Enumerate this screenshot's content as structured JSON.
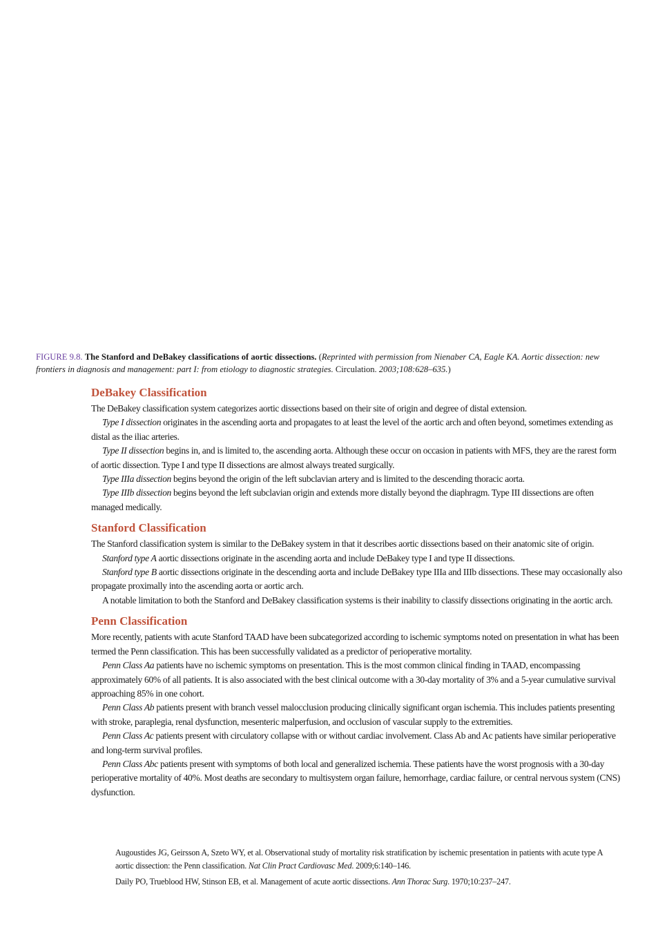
{
  "caption": {
    "label": "FIGURE 9.8.",
    "title": "The Stanford and DeBakey classifications of aortic dissections.",
    "open": "(",
    "source_prefix": "Reprinted with permission from Nienaber CA, Eagle KA. Aortic dissection: new frontiers in diagnosis and management: part I: from etiology to diagnostic strategies.",
    "journal": "Circulation.",
    "citation": "2003;108:628–635.",
    "close": ")"
  },
  "debakey": {
    "heading": "DeBakey Classification",
    "intro": "The DeBakey classification system categorizes aortic dissections based on their site of origin and degree of distal extension.",
    "type1_term": "Type I dissection",
    "type1_text": " originates in the ascending aorta and propagates to at least the level of the aortic arch and often beyond, sometimes extending as distal as the iliac arteries.",
    "type2_term": "Type II dissection",
    "type2_text": " begins in, and is limited to, the ascending aorta. Although these occur on occasion in patients with MFS, they are the rarest form of aortic dissection. Type I and type II dissections are almost always treated surgically.",
    "type3a_term": "Type IIIa dissection",
    "type3a_text": " begins beyond the origin of the left subclavian artery and is limited to the descending thoracic aorta.",
    "type3b_term": "Type IIIb dissection",
    "type3b_text": " begins beyond the left subclavian origin and extends more distally beyond the diaphragm. Type III dissections are often managed medically."
  },
  "stanford": {
    "heading": "Stanford Classification",
    "intro": "The Stanford classification system is similar to the DeBakey system in that it describes aortic dissections based on their anatomic site of origin.",
    "typeA_term": "Stanford type A",
    "typeA_text": " aortic dissections originate in the ascending aorta and include DeBakey type I and type II dissections.",
    "typeB_term": "Stanford type B",
    "typeB_text": " aortic dissections originate in the descending aorta and include DeBakey type IIIa and IIIb dissections. These may occasionally also propagate proximally into the ascending aorta or aortic arch.",
    "limitation": "A notable limitation to both the Stanford and DeBakey classification systems is their inability to classify dissections originating in the aortic arch."
  },
  "penn": {
    "heading": "Penn Classification",
    "intro": "More recently, patients with acute Stanford TAAD have been subcategorized according to ischemic symptoms noted on presentation in what has been termed the Penn classification. This has been successfully validated as a predictor of perioperative mortality.",
    "aa_term": "Penn Class Aa",
    "aa_text": " patients have no ischemic symptoms on presentation. This is the most common clinical finding in TAAD, encompassing approximately 60% of all patients. It is also associated with the best clinical outcome with a 30-day mortality of 3% and a 5-year cumulative survival approaching 85% in one cohort.",
    "ab_term": "Penn Class Ab",
    "ab_text": " patients present with branch vessel malocclusion producing clinically significant organ ischemia. This includes patients presenting with stroke, paraplegia, renal dysfunction, mesenteric malperfusion, and occlusion of vascular supply to the extremities.",
    "ac_term": "Penn Class Ac",
    "ac_text": " patients present with circulatory collapse with or without cardiac involvement. Class Ab and Ac patients have similar perioperative and long-term survival profiles.",
    "abc_term": "Penn Class Abc",
    "abc_text": " patients present with symptoms of both local and generalized ischemia. These patients have the worst prognosis with a 30-day perioperative mortality of 40%. Most deaths are secondary to multisystem organ failure, hemorrhage, cardiac failure, or central nervous system (CNS) dysfunction."
  },
  "references": [
    {
      "authors": "Augoustides JG, Geirsson A, Szeto WY, et al. Observational study of mortality risk stratification by ischemic presentation in patients with acute type A aortic dissection: the Penn classification. ",
      "journal": "Nat Clin Pract Cardiovasc Med",
      "tail": ". 2009;6:140–146."
    },
    {
      "authors": "Daily PO, Trueblood HW, Stinson EB, et al. Management of acute aortic dissections. ",
      "journal": "Ann Thorac Surg",
      "tail": ". 1970;10:237–247."
    }
  ]
}
